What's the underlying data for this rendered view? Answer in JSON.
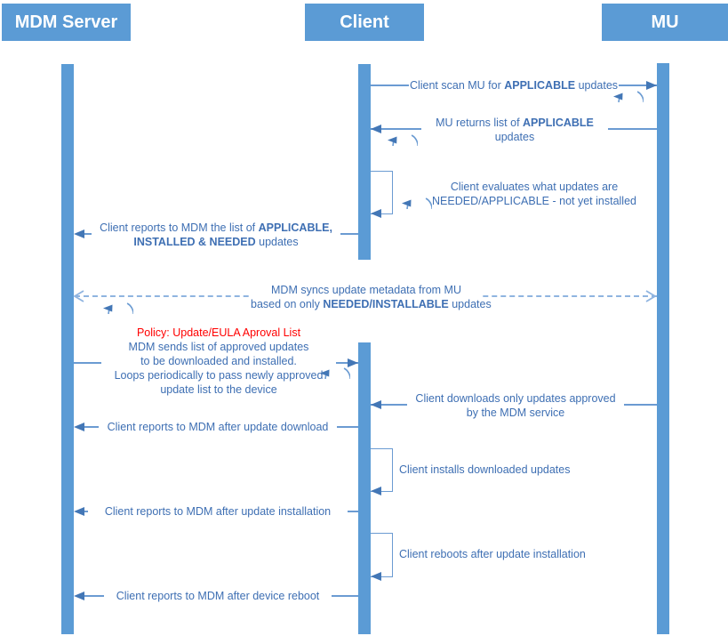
{
  "actors": [
    {
      "id": "mdm",
      "label": "MDM Server"
    },
    {
      "id": "client",
      "label": "Client"
    },
    {
      "id": "mu",
      "label": "MU"
    }
  ],
  "colors": {
    "actor_fill": "#5B9BD5",
    "lifeline_fill": "#5B9BD5",
    "message_text_blue": "#3E6FB3",
    "policy_text_red": "#FF0000"
  },
  "messages": {
    "scan": {
      "from": "Client",
      "to": "MU",
      "arrow": "solid-right",
      "parts": [
        {
          "t": "Client scan MU for "
        },
        {
          "t": "APPLICABLE"
        },
        {
          "t": " updates"
        }
      ]
    },
    "returns": {
      "from": "MU",
      "to": "Client",
      "arrow": "solid-left",
      "line1_parts": [
        {
          "t": "MU returns list of "
        },
        {
          "t": "APPLICABLE"
        }
      ],
      "line2": "updates"
    },
    "evaluates": {
      "from": "Client",
      "to": "Client",
      "arrow": "self",
      "line1": "Client evaluates what updates are",
      "line2": "NEEDED/APPLICABLE - not yet installed"
    },
    "report_list": {
      "from": "Client",
      "to": "MDM Server",
      "arrow": "solid-left",
      "line1_parts": [
        {
          "t": "Client reports to MDM the list of "
        },
        {
          "t": "APPLICABLE,"
        }
      ],
      "line2_parts": [
        {
          "t": "INSTALLED & NEEDED"
        },
        {
          "t": " updates"
        }
      ]
    },
    "sync": {
      "from": "MDM Server",
      "to": "MU",
      "arrow": "dashed-both",
      "line1": "MDM syncs update metadata from MU",
      "line2_parts": [
        {
          "t": "based on only "
        },
        {
          "t": "NEEDED/INSTALLABLE"
        },
        {
          "t": " updates"
        }
      ]
    },
    "policy": {
      "from": "MDM Server",
      "to": "Client",
      "arrow": "solid-right",
      "title": "Policy: Update/EULA Aproval List",
      "line1": "MDM sends list of approved updates",
      "line2": "to be downloaded and installed.",
      "line3": "Loops periodically to pass newly approved",
      "line4": "update list to the device"
    },
    "downloads": {
      "from": "MU",
      "to": "Client",
      "arrow": "solid-left",
      "line1": "Client downloads only updates approved",
      "line2": "by the MDM service"
    },
    "report_download": {
      "from": "Client",
      "to": "MDM Server",
      "arrow": "solid-left",
      "text": "Client reports to MDM after update download"
    },
    "installs": {
      "from": "Client",
      "to": "Client",
      "arrow": "self",
      "text": "Client installs downloaded updates"
    },
    "report_install": {
      "from": "Client",
      "to": "MDM Server",
      "arrow": "solid-left",
      "text": "Client reports to MDM after update installation"
    },
    "reboots": {
      "from": "Client",
      "to": "Client",
      "arrow": "self",
      "text": "Client reboots after update installation"
    },
    "report_reboot": {
      "from": "Client",
      "to": "MDM Server",
      "arrow": "solid-left",
      "text": "Client reports to MDM after device reboot"
    }
  }
}
